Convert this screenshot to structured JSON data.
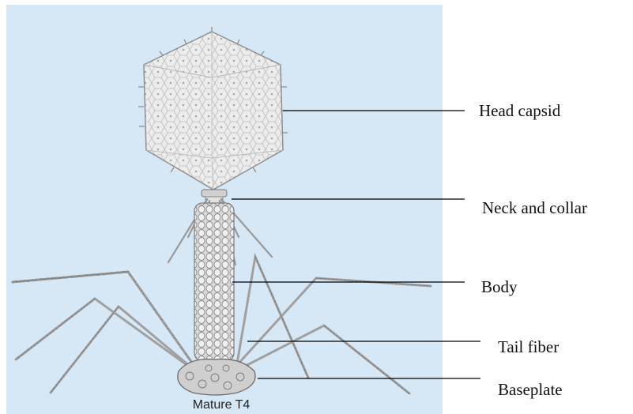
{
  "diagram": {
    "caption": "Mature T4",
    "labels": {
      "head": "Head capsid",
      "neck": "Neck and collar",
      "body": "Body",
      "tail_fiber": "Tail fiber",
      "baseplate": "Baseplate"
    }
  }
}
